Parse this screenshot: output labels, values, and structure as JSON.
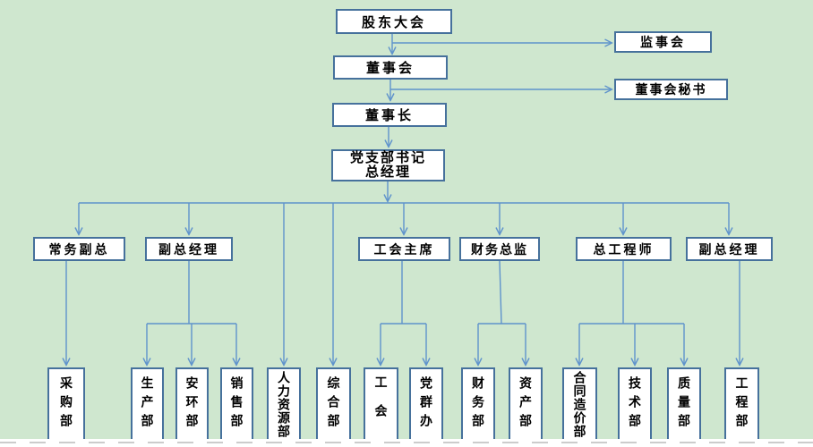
{
  "colors": {
    "background": "#cfe7cf",
    "box_fill": "#ffffff",
    "box_border": "#46719c",
    "connector_line": "#5f93cc",
    "text": "#000000"
  },
  "org_chart": {
    "top": {
      "shareholders": "股东大会",
      "supervisory_board": "监事会",
      "board_of_directors": "董事会",
      "board_secretary": "董事会秘书",
      "chairman": "董事长",
      "party_secretary_gm": {
        "line1": "党支部书记",
        "line2": "总经理"
      }
    },
    "executives": [
      {
        "key": "executive-deputy-gm",
        "label": "常务副总"
      },
      {
        "key": "deputy-gm-1",
        "label": "副总经理"
      },
      {
        "key": "union-chairman",
        "label": "工会主席"
      },
      {
        "key": "finance-director",
        "label": "财务总监"
      },
      {
        "key": "chief-engineer",
        "label": "总工程师"
      },
      {
        "key": "deputy-gm-2",
        "label": "副总经理"
      }
    ],
    "departments": [
      {
        "key": "purchasing",
        "label": "采购部"
      },
      {
        "key": "production",
        "label": "生产部"
      },
      {
        "key": "safety-env",
        "label": "安环部"
      },
      {
        "key": "sales",
        "label": "销售部"
      },
      {
        "key": "human-resources",
        "label": "人力资源部"
      },
      {
        "key": "general-affairs",
        "label": "综合部"
      },
      {
        "key": "labor-union",
        "label": "工会"
      },
      {
        "key": "party-mass-office",
        "label": "党群办"
      },
      {
        "key": "finance",
        "label": "财务部"
      },
      {
        "key": "assets",
        "label": "资产部"
      },
      {
        "key": "contract-cost",
        "label": "合同造价部"
      },
      {
        "key": "technology",
        "label": "技术部"
      },
      {
        "key": "quality",
        "label": "质量部"
      },
      {
        "key": "engineering",
        "label": "工程部"
      }
    ]
  }
}
